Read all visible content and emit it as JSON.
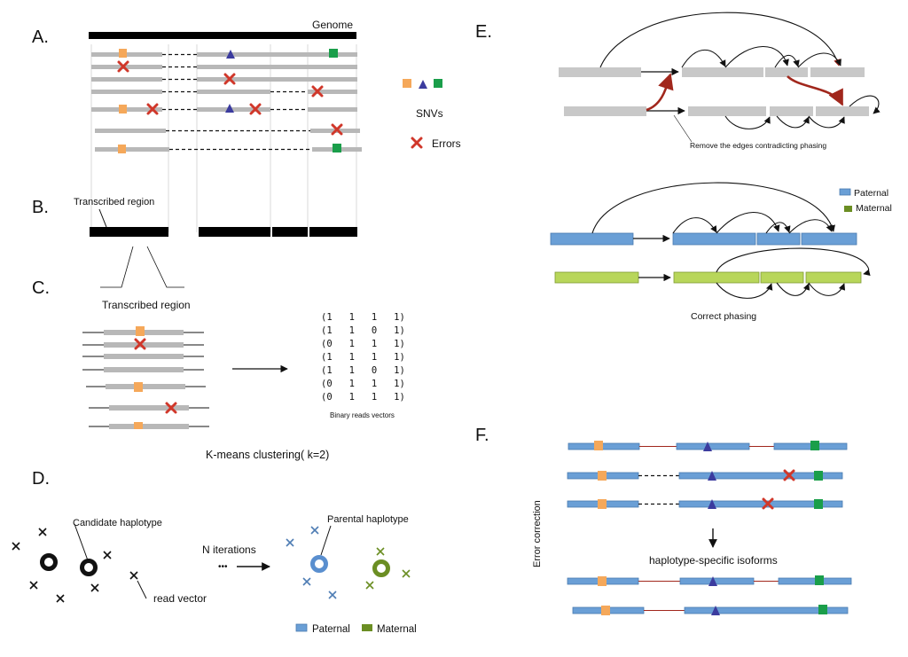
{
  "panels": {
    "a": "A.",
    "b": "B.",
    "c": "C.",
    "d": "D.",
    "e": "E.",
    "f": "F."
  },
  "panel_a": {
    "genome_label": "Genome",
    "snvs_label": "SNVs",
    "errors_label": "Errors"
  },
  "panel_b": {
    "transcribed_region": "Transcribed region"
  },
  "panel_c": {
    "transcribed_region": "Transcribed region",
    "matrix_rows": [
      "(1   1   1   1)",
      "(1   1   0   1)",
      "(0   1   1   1)",
      "(1   1   1   1)",
      "(1   1   0   1)",
      "(0   1   1   1)",
      "(0   1   1   1)"
    ],
    "vectors_caption": "Binary reads vectors",
    "kmeans_label": "K-means clustering( k=2)"
  },
  "panel_d": {
    "candidate_haplotype": "Candidate haplotype",
    "parental_haplotype": "Parental haplotype",
    "iterations": "N iterations",
    "dots": "•••",
    "read_vector": "read vector",
    "legend_paternal": "Paternal",
    "legend_maternal": "Maternal"
  },
  "panel_e": {
    "remove_edges": "Remove the edges contradicting phasing",
    "legend_paternal": "Paternal",
    "legend_maternal": "Maternal",
    "correct_phasing": "Correct phasing"
  },
  "panel_f": {
    "error_correction": "Error correction",
    "isoforms_label": "haplotype-specific  isoforms"
  },
  "colors": {
    "snv_square": "#f5a85a",
    "snv_triangle": "#3b3b9e",
    "snv_green": "#1a9e4a",
    "error_x": "#d0372a",
    "read_gray": "#b8b8b8",
    "paternal_blue": "#6a9fd6",
    "maternal_green": "#b8d65a",
    "edge_red": "#a1271c",
    "cluster_olive": "#6b8e23"
  }
}
